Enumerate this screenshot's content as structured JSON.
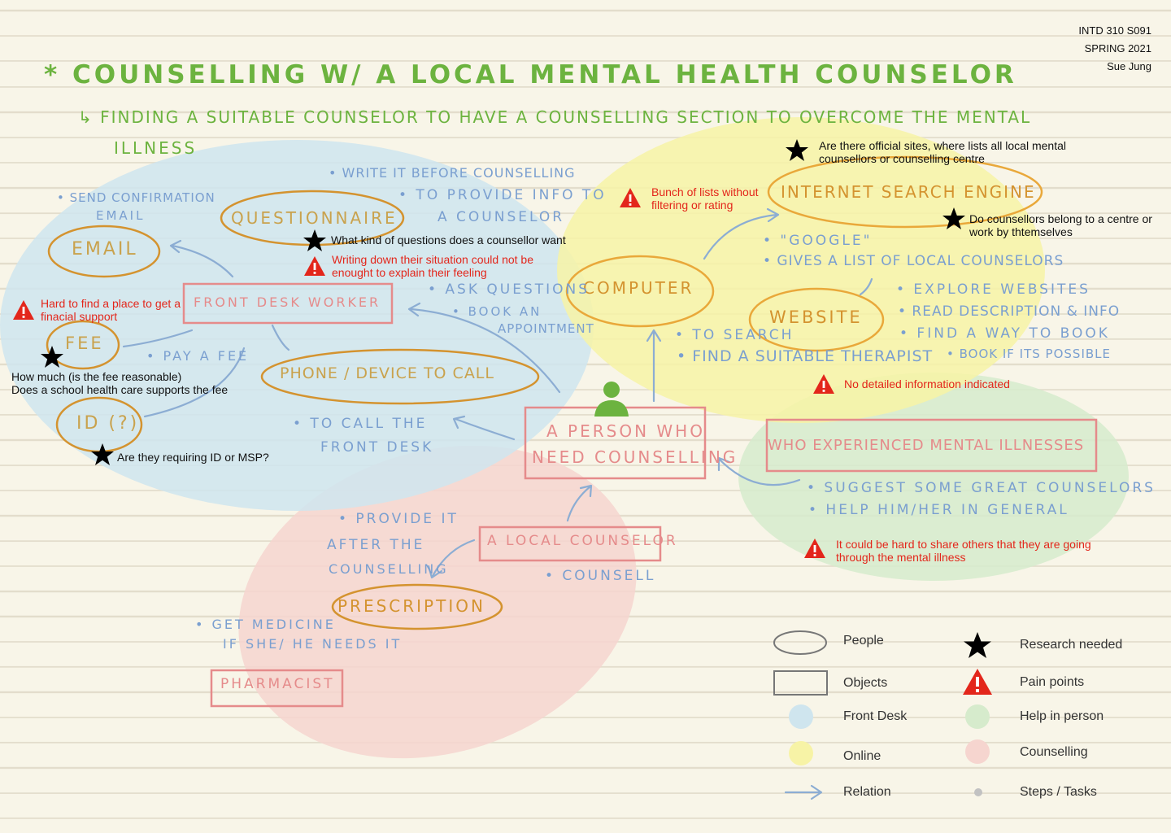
{
  "meta": {
    "course": "INTD 310 S091",
    "term": "SPRING 2021",
    "author": "Sue Jung"
  },
  "title": "* COUNSELLING W/ A LOCAL MENTAL HEALTH COUNSELOR",
  "subtitle_line1": "↳ FINDING A SUITABLE COUNSELOR TO HAVE A COUNSELLING SECTION TO OVERCOME THE MENTAL",
  "subtitle_line2": "ILLNESS",
  "people": {
    "questionnaire": "QUESTIONNAIRE",
    "email": "EMAIL",
    "fee": "FEE",
    "id": "ID (?)",
    "phone": "PHONE / DEVICE TO CALL",
    "computer": "COMPUTER",
    "search": "INTERNET SEARCH ENGINE",
    "website": "WEBSITE",
    "prescription": "PRESCRIPTION"
  },
  "objects": {
    "front_desk": "FRONT DESK WORKER",
    "person_line1": "A PERSON WHO",
    "person_line2": "NEED COUNSELLING",
    "experienced": "WHO EXPERIENCED MENTAL ILLNESSES",
    "local_counselor": "A LOCAL COUNSELOR",
    "pharmacist": "PHARMACIST"
  },
  "tasks": {
    "send_conf_1": "• SEND CONFIRMATION",
    "send_conf_2": "EMAIL",
    "write_1": "• WRITE IT BEFORE COUNSELLING",
    "write_2": "• TO PROVIDE INFO TO",
    "write_3": "A COUNSELOR",
    "ask": "• ASK QUESTIONS",
    "book_1": "• BOOK AN",
    "book_2": "APPOINTMENT",
    "pay": "• PAY A FEE",
    "call_1": "• TO CALL THE",
    "call_2": "FRONT DESK",
    "google": "• \"GOOGLE\"",
    "list": "• GIVES A LIST OF LOCAL COUNSELORS",
    "explore": "• EXPLORE WEBSITES",
    "read": "• READ DESCRIPTION & INFO",
    "find_way": "• FIND A WAY TO BOOK",
    "book_possible": "• BOOK IF ITS POSSIBLE",
    "to_search": "• TO SEARCH",
    "find_therapist": "• FIND A SUITABLE THERAPIST",
    "suggest": "• SUGGEST SOME GREAT COUNSELORS",
    "help": "• HELP HIM/HER IN GENERAL",
    "provide_1": "• PROVIDE IT",
    "provide_2": "AFTER THE",
    "provide_3": "COUNSELLING",
    "counsell": "• COUNSELL",
    "medicine_1": "• GET MEDICINE",
    "medicine_2": "IF SHE/ HE NEEDS IT"
  },
  "notes": {
    "research_official": "Are there official sites, where lists all local mental counsellors or counselling centre",
    "pain_lists": "Bunch of lists without filtering or rating",
    "research_centre": "Do counsellors belong to a centre or work by thtemselves",
    "research_questions": "What kind of questions does a counsellor want",
    "pain_writing": "Writing down their situation could not be enought to explain their feeling",
    "pain_financial": "Hard to find a place to get a finacial support",
    "research_fee_1": "How much (is the fee reasonable)",
    "research_fee_2": "Does a school health care supports the fee",
    "research_id": "Are they requiring ID or MSP?",
    "pain_no_info": "No detailed information indicated",
    "pain_share": "It could be hard to share others that they are going through the mental illness"
  },
  "legend": {
    "people": "People",
    "objects": "Objects",
    "front_desk": "Front Desk",
    "online": "Online",
    "relation": "Relation",
    "research": "Research needed",
    "pain": "Pain points",
    "help": "Help in person",
    "counselling": "Counselling",
    "steps": "Steps / Tasks"
  },
  "colors": {
    "front_desk": "#cfe5ee",
    "online": "#f7f3a6",
    "help": "#d6ebcc",
    "counselling": "#f6d5cf",
    "title_green": "#6cb33f",
    "task_blue": "#7a9fd0",
    "people_orange": "#d4932f",
    "object_pink": "#e58b8b",
    "pain_red": "#e3261b"
  }
}
